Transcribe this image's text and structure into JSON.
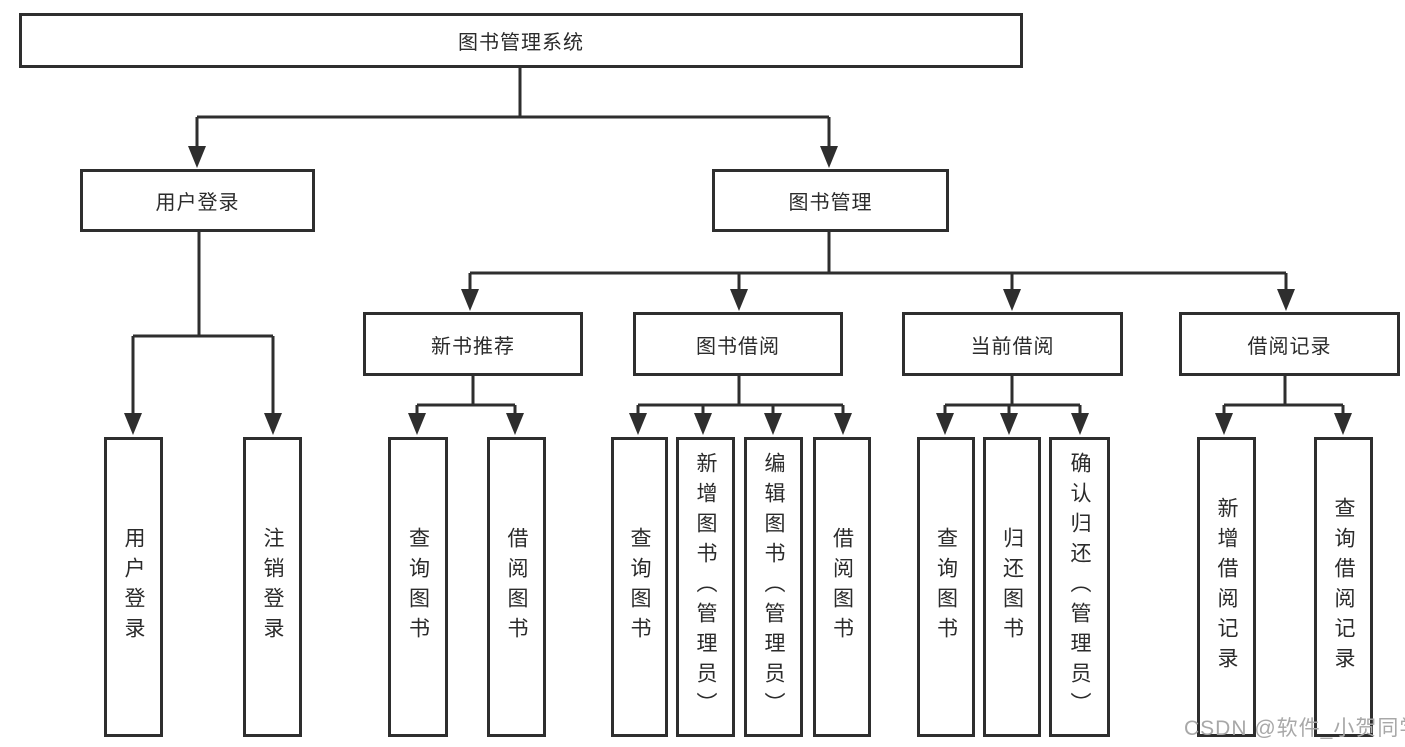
{
  "diagram_title": "图书管理系统",
  "nodes": {
    "root": "图书管理系统",
    "user_login": "用户登录",
    "book_mgmt": "图书管理",
    "new_book_rec": "新书推荐",
    "book_borrow": "图书借阅",
    "current_borrow": "当前借阅",
    "borrow_records": "借阅记录",
    "leaf_user_login": "用户登录",
    "leaf_logout": "注销登录",
    "leaf_rec_query": "查询图书",
    "leaf_rec_borrow": "借阅图书",
    "leaf_bb_query": "查询图书",
    "leaf_bb_add": "新增图书（管理员）",
    "leaf_bb_edit": "编辑图书（管理员）",
    "leaf_bb_borrow": "借阅图书",
    "leaf_cb_query": "查询图书",
    "leaf_cb_return": "归还图书",
    "leaf_cb_confirm": "确认归还（管理员）",
    "leaf_br_add": "新增借阅记录",
    "leaf_br_query": "查询借阅记录"
  },
  "structure": [
    {
      "parent": "图书管理系统",
      "children": [
        "用户登录",
        "图书管理"
      ]
    },
    {
      "parent": "用户登录",
      "children": [
        "用户登录",
        "注销登录"
      ]
    },
    {
      "parent": "图书管理",
      "children": [
        "新书推荐",
        "图书借阅",
        "当前借阅",
        "借阅记录"
      ]
    },
    {
      "parent": "新书推荐",
      "children": [
        "查询图书",
        "借阅图书"
      ]
    },
    {
      "parent": "图书借阅",
      "children": [
        "查询图书",
        "新增图书（管理员）",
        "编辑图书（管理员）",
        "借阅图书"
      ]
    },
    {
      "parent": "当前借阅",
      "children": [
        "查询图书",
        "归还图书",
        "确认归还（管理员）"
      ]
    },
    {
      "parent": "借阅记录",
      "children": [
        "新增借阅记录",
        "查询借阅记录"
      ]
    }
  ],
  "watermark": "CSDN @软件_小贺同学",
  "colors": {
    "line": "#2e2e2e",
    "text": "#2b2b2b",
    "box_fill": "#ffffff",
    "background": "#ffffff",
    "watermark": "#a8a8a8"
  }
}
